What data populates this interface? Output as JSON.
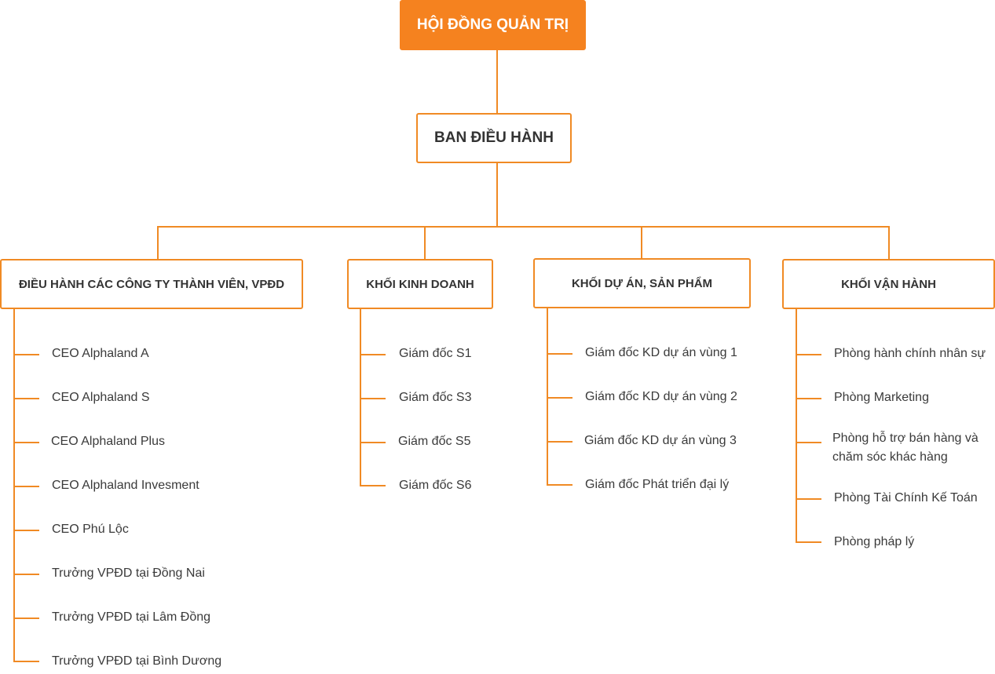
{
  "colors": {
    "accent": "#f5821f",
    "line": "#f08a24",
    "text": "#3a3a3a"
  },
  "board": "HỘI ĐỒNG QUẢN TRỊ",
  "executive": "BAN ĐIỀU HÀNH",
  "groups": [
    {
      "title": "ĐIỀU HÀNH CÁC CÔNG TY THÀNH VIÊN, VPĐD",
      "items": [
        "CEO Alphaland A",
        "CEO Alphaland S",
        "CEO Alphaland Plus",
        "CEO Alphaland Invesment",
        "CEO Phú Lộc",
        "Trưởng VPĐD tại Đồng Nai",
        "Trưởng VPĐD tại Lâm Đồng",
        "Trưởng VPĐD tại Bình Dương"
      ]
    },
    {
      "title": "KHỐI KINH DOANH",
      "items": [
        "Giám đốc S1",
        "Giám đốc S3",
        "Giám đốc S5",
        "Giám đốc S6"
      ]
    },
    {
      "title": "KHỐI DỰ ÁN, SẢN PHẨM",
      "items": [
        "Giám đốc KD dự án vùng 1",
        "Giám đốc KD dự án vùng 2",
        "Giám đốc KD dự án vùng 3",
        "Giám đốc Phát triển đại lý"
      ]
    },
    {
      "title": "KHỐI VẬN HÀNH",
      "items": [
        "Phòng hành chính nhân sự",
        "Phòng Marketing",
        "Phòng hỗ trợ bán hàng và chăm sóc khác hàng",
        "Phòng Tài Chính Kế Toán",
        "Phòng pháp lý"
      ]
    }
  ]
}
